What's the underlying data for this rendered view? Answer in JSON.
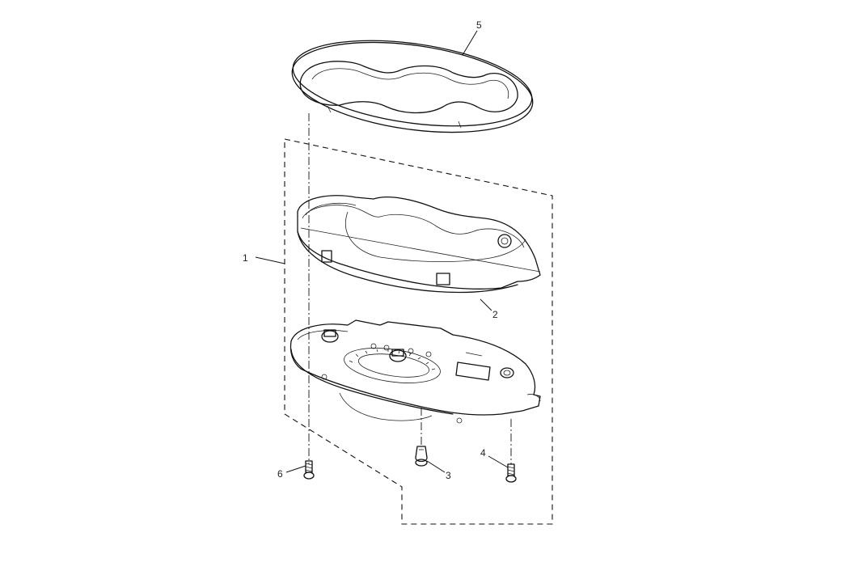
{
  "diagram": {
    "callouts": {
      "p1": "1",
      "p2": "2",
      "p3": "3",
      "p4": "4",
      "p5": "5",
      "p6": "6"
    }
  }
}
